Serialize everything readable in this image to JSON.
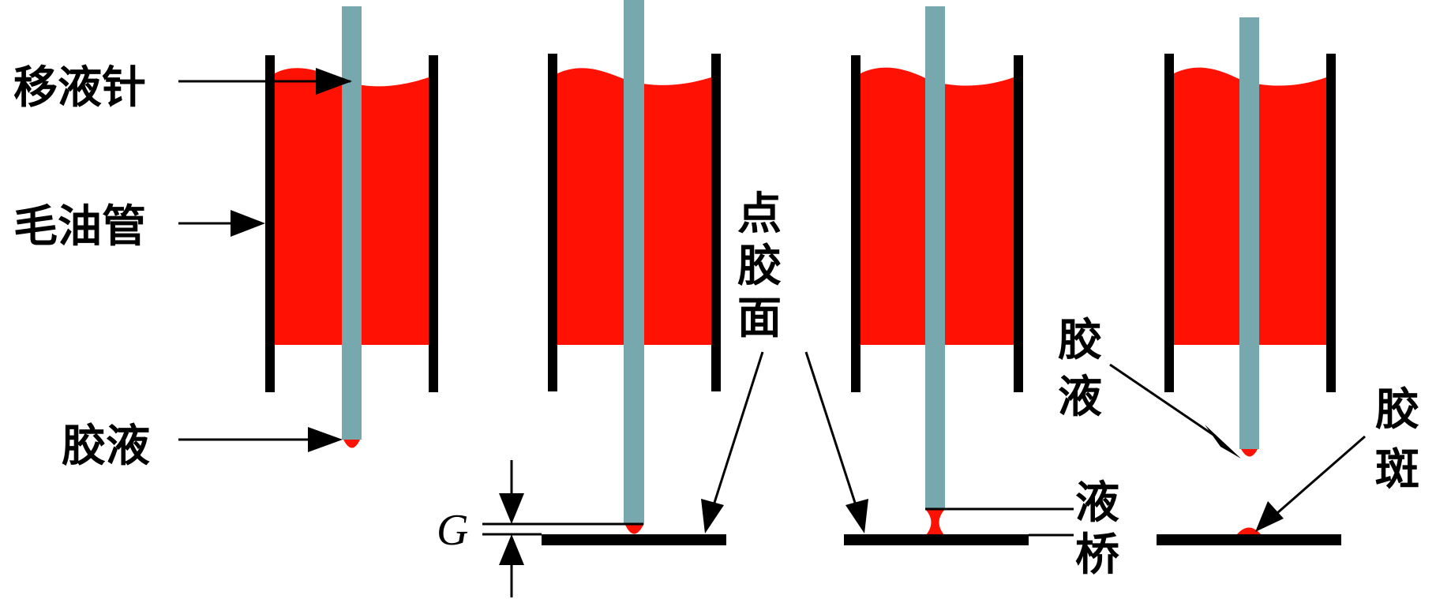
{
  "colors": {
    "liquid": "#ff1204",
    "needle": "#77a8ad",
    "wall": "#000000",
    "background": "#ffffff"
  },
  "labels": {
    "needle": "移液针",
    "capillary": "毛油管",
    "glue_1": "胶液",
    "dispense_surface": [
      "点",
      "胶",
      "面"
    ],
    "gap": "G",
    "glue_2": [
      "胶",
      "液"
    ],
    "liquid_bridge": [
      "液",
      "桥"
    ],
    "glue_spot": [
      "胶",
      "斑"
    ]
  }
}
